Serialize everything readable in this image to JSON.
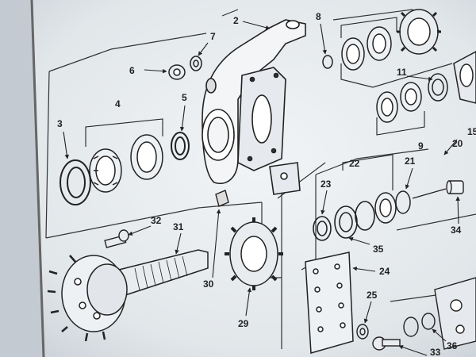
{
  "figure": {
    "callouts": [
      "2",
      "3",
      "4",
      "5",
      "6",
      "7",
      "8",
      "9",
      "11",
      "15",
      "20",
      "21",
      "22",
      "23",
      "24",
      "25",
      "29",
      "30",
      "31",
      "32",
      "33",
      "34",
      "35",
      "36"
    ]
  }
}
